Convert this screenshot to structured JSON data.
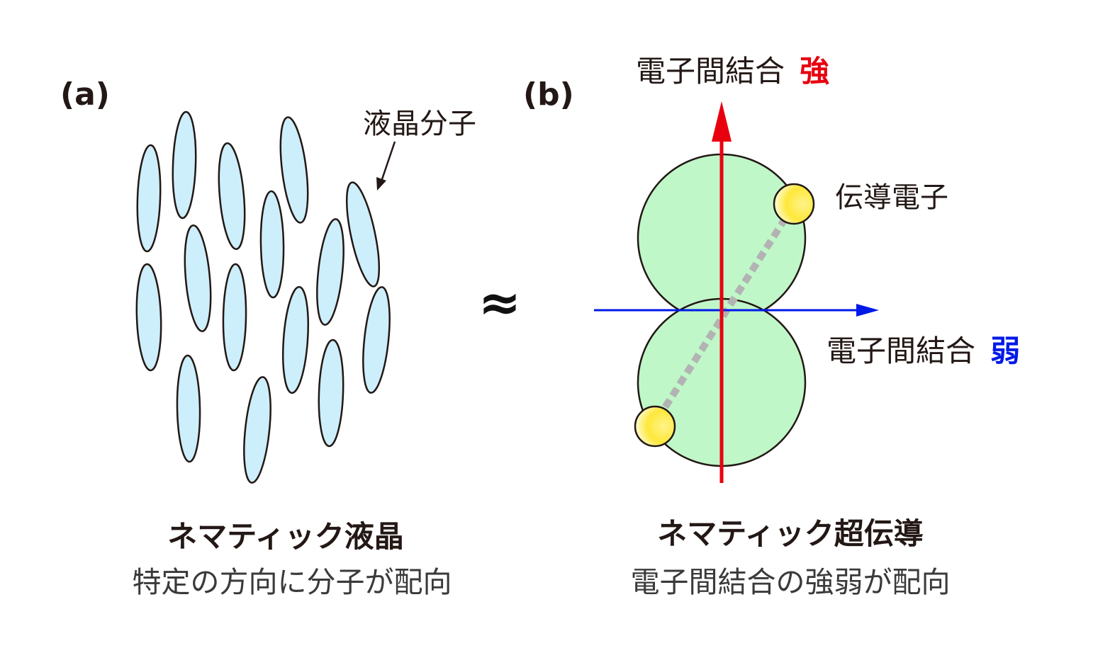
{
  "panel_a": {
    "label": "(a)",
    "molecule_label": "液晶分子",
    "title": "ネマティック液晶",
    "subtitle": "特定の方向に分子が配向"
  },
  "approx_symbol": "≈",
  "panel_b": {
    "label": "(b)",
    "vertical_axis_label": "電子間結合",
    "vertical_axis_strength": "強",
    "horizontal_axis_label": "電子間結合",
    "horizontal_axis_strength": "弱",
    "electron_label": "伝導電子",
    "title": "ネマティック超伝導",
    "subtitle": "電子間結合の強弱が配向"
  },
  "colors": {
    "molecule_fill": "#cdeefb",
    "lobe_fill": "#c0f7c8",
    "strong_axis": "#e8000f",
    "weak_axis": "#0019e8",
    "electron_fill": "#fff07a",
    "pair_line": "#b3b3b3",
    "outline": "#231815"
  }
}
